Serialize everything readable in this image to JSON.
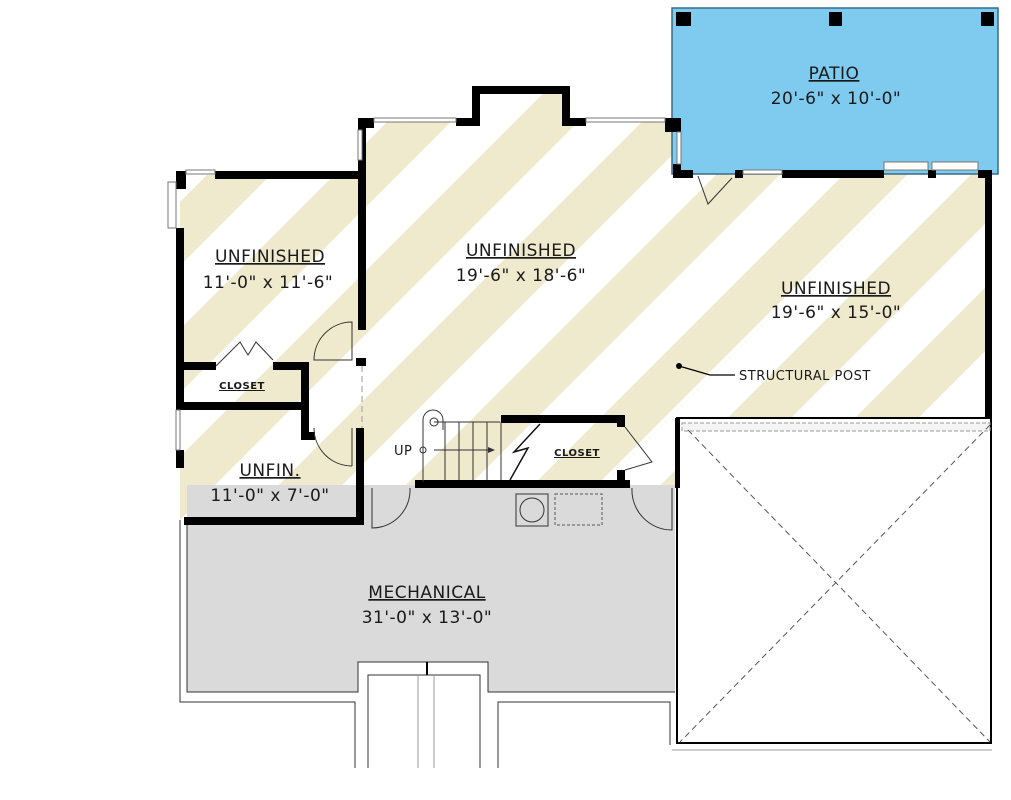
{
  "colors": {
    "unfinished_stripe": "#efeacd",
    "patio": "#7ecbef",
    "mechanical": "#dadada",
    "wall": "#000000"
  },
  "rooms": {
    "patio": {
      "name": "PATIO",
      "dims": "20'-6\" x 10'-0\""
    },
    "unfinished_left": {
      "name": "UNFINISHED",
      "dims": "11'-0\" x 11'-6\""
    },
    "closet_left": {
      "name": "CLOSET"
    },
    "unfin_small": {
      "name": "UNFIN.",
      "dims": "11'-0\" x 7'-0\""
    },
    "unfinished_center": {
      "name": "UNFINISHED",
      "dims": "19'-6\" x 18'-6\""
    },
    "unfinished_right": {
      "name": "UNFINISHED",
      "dims": "19'-6\" x 15'-0\""
    },
    "closet_stair": {
      "name": "CLOSET"
    },
    "mechanical": {
      "name": "MECHANICAL",
      "dims": "31'-0\" x 13'-0\""
    }
  },
  "annotations": {
    "structural_post": "STRUCTURAL POST",
    "stair_up": "UP"
  }
}
